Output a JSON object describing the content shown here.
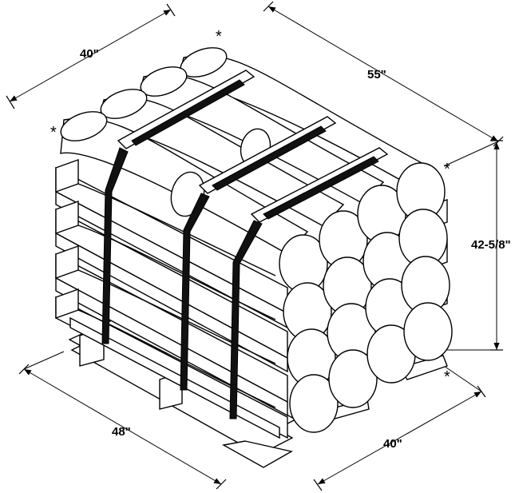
{
  "dimensions": {
    "top_left_width": "40\"",
    "top_right_length": "55\"",
    "height": "42-5/8\"",
    "bottom_left_length": "48\"",
    "bottom_right_width": "40\""
  },
  "markers": {
    "asterisk": "*"
  }
}
